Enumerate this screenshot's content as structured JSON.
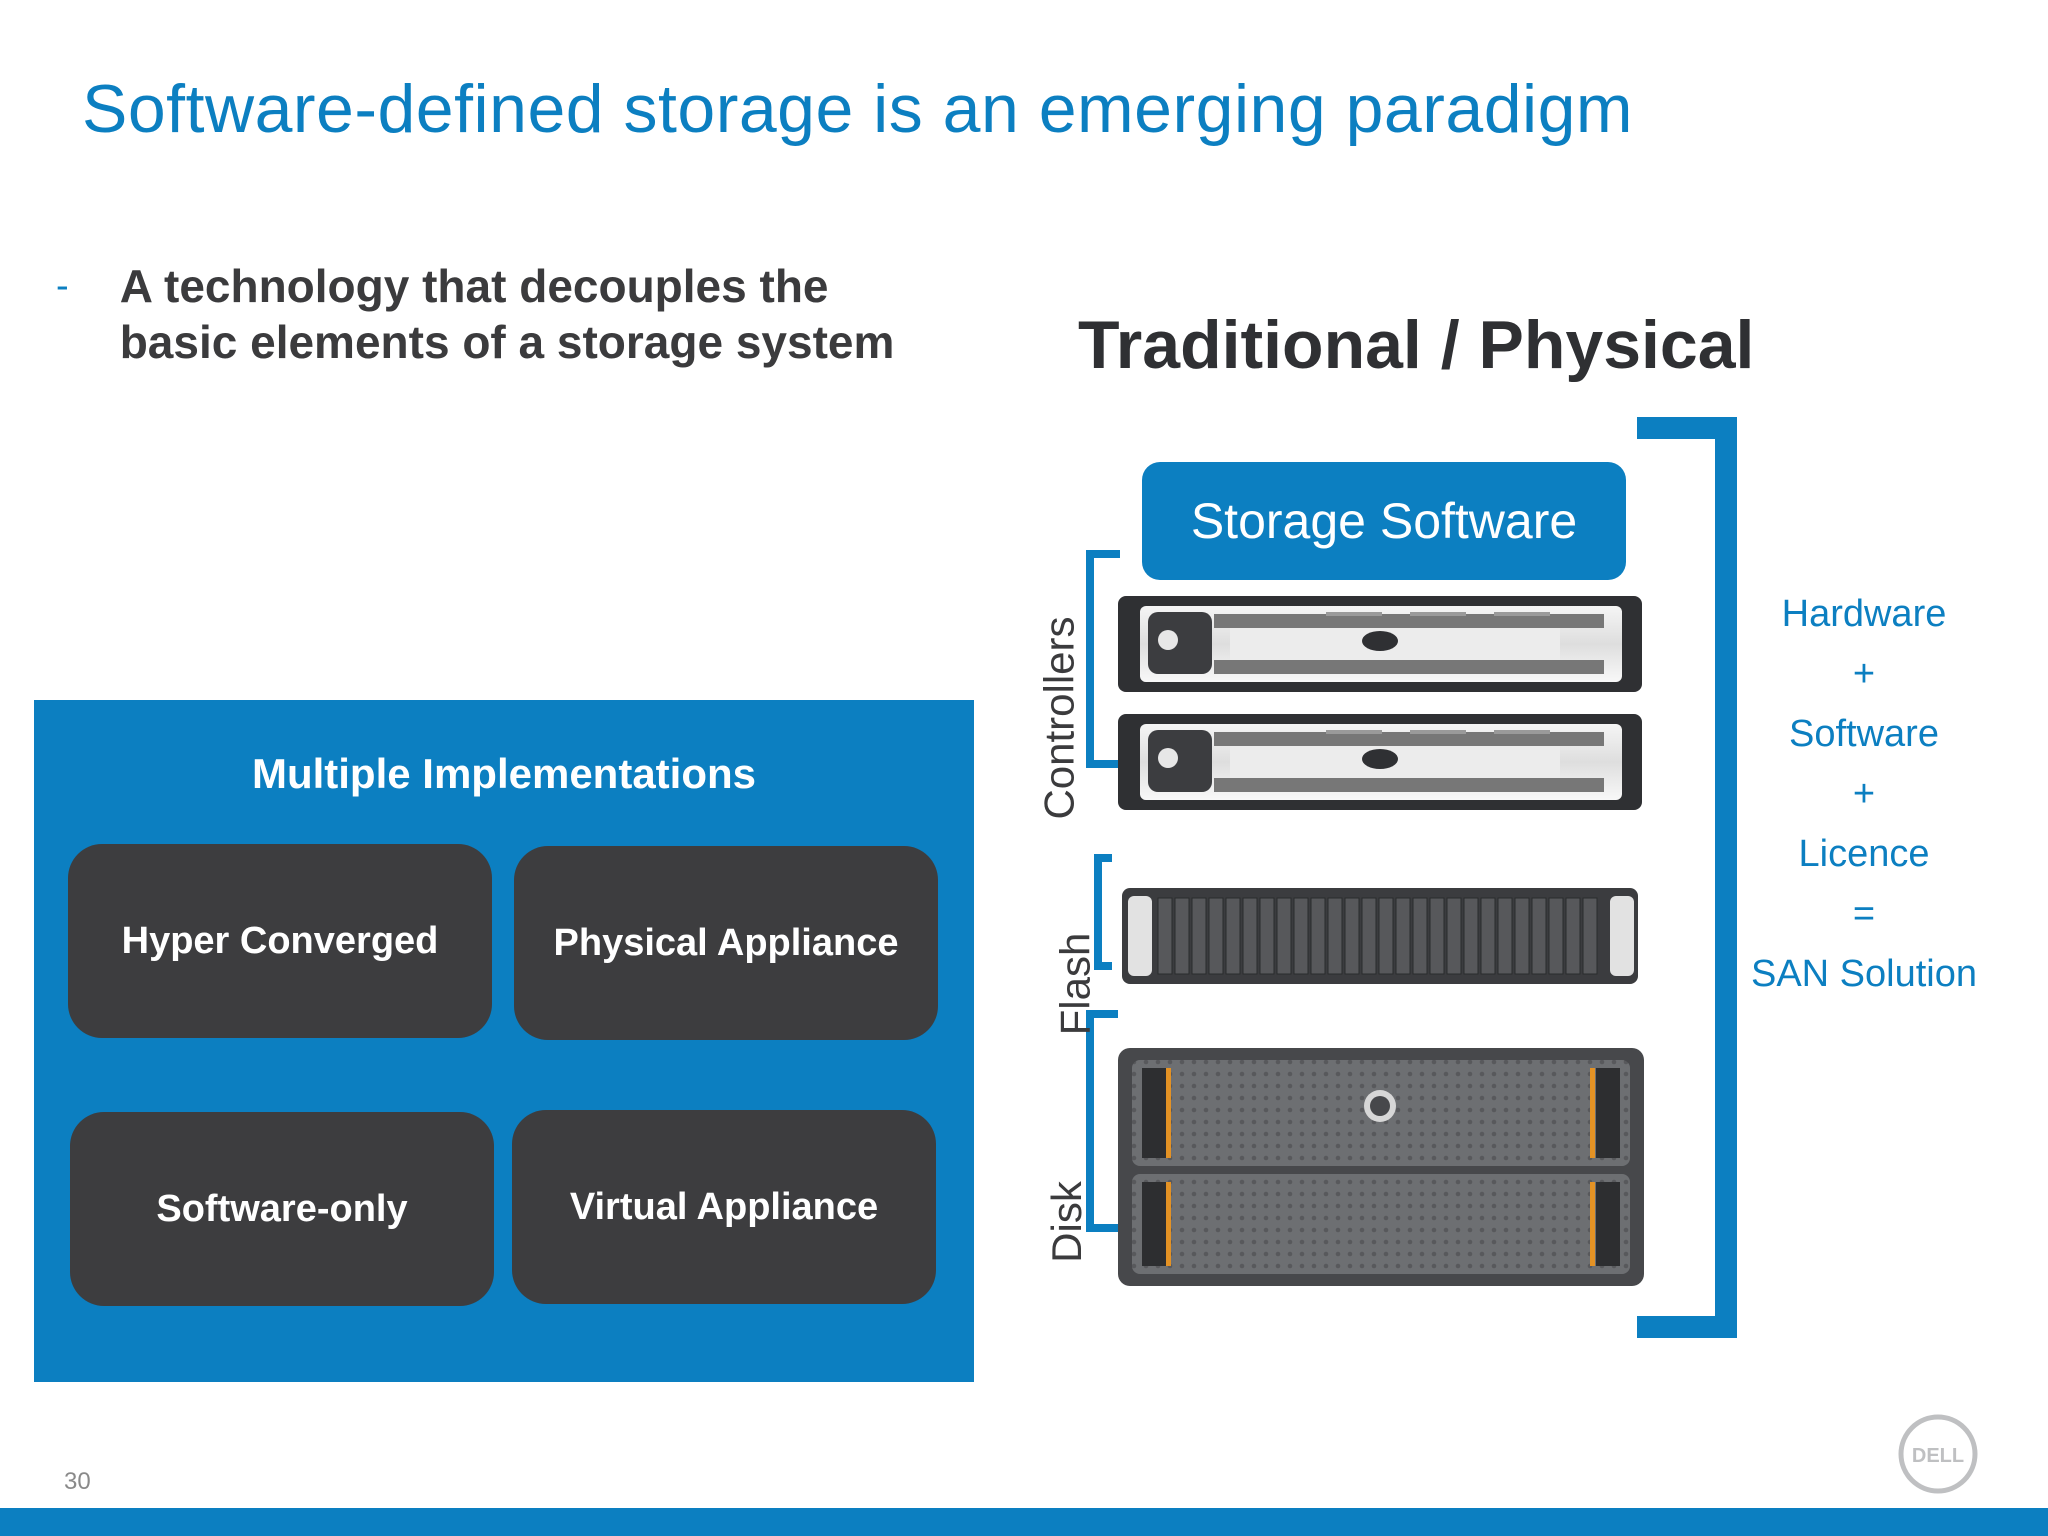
{
  "slide": {
    "title": "Software-defined storage is an emerging paradigm",
    "page_number": "30"
  },
  "bullet": {
    "dash": "-",
    "text": "A technology that decouples the basic elements of a storage system"
  },
  "implementations": {
    "title": "Multiple Implementations",
    "cards": [
      "Hyper Converged",
      "Physical Appliance",
      "Software-only",
      "Virtual Appliance"
    ]
  },
  "diagram": {
    "title": "Traditional / Physical",
    "storage_software": "Storage Software",
    "labels": {
      "controllers": "Controllers",
      "flash": "Flash",
      "disk": "Disk"
    },
    "solution_lines": [
      "Hardware",
      "+",
      "Software",
      "+",
      "Licence",
      "=",
      "SAN Solution"
    ]
  },
  "brand": {
    "logo": "DELL"
  },
  "colors": {
    "accent": "#0c7fc1",
    "card": "#3d3d3f",
    "text": "#3b3b3d"
  },
  "icons": {
    "controller": "server-controller-icon",
    "flash": "flash-array-icon",
    "disk": "disk-enclosure-icon",
    "logo": "dell-logo-icon"
  }
}
